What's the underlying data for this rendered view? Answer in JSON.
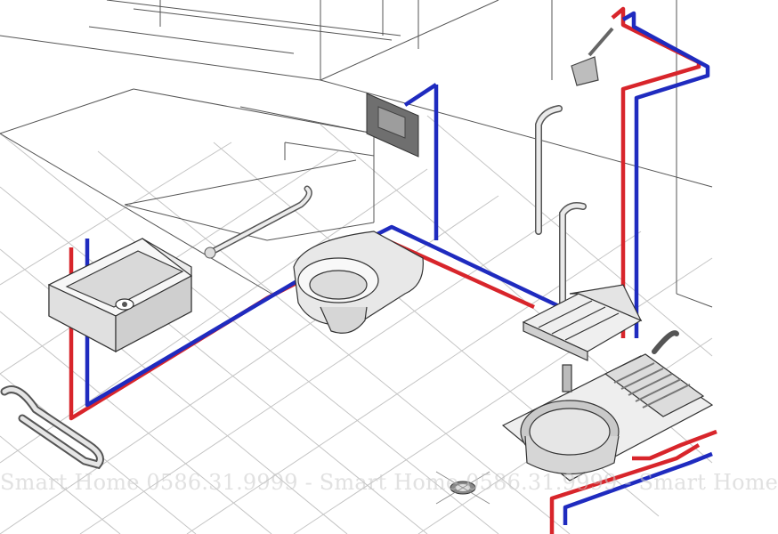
{
  "watermark": {
    "text": "Smart Home 0586.31.9999 - Smart Home 0586.31.9999 - Smart Home"
  },
  "colors": {
    "hot_pipe": "#d8252b",
    "cold_pipe": "#1f2bbf",
    "line": "#3a3a3a",
    "fixture_fill": "#f3f3f3",
    "fixture_shade": "#c9c9c9"
  },
  "fixtures": [
    {
      "name": "washbasin",
      "icon": "washbasin-icon"
    },
    {
      "name": "toilet",
      "icon": "toilet-icon"
    },
    {
      "name": "flush-plate",
      "icon": "flush-plate-icon"
    },
    {
      "name": "grab-bar",
      "icon": "grab-bar-icon"
    },
    {
      "name": "fold-down-shower-seat",
      "icon": "shower-seat-icon"
    },
    {
      "name": "shower-head",
      "icon": "shower-head-icon"
    },
    {
      "name": "sink-with-drainboard",
      "icon": "sink-icon"
    },
    {
      "name": "floor-drain",
      "icon": "floor-drain-icon"
    },
    {
      "name": "swing-up-support-rail",
      "icon": "support-rail-icon"
    }
  ]
}
